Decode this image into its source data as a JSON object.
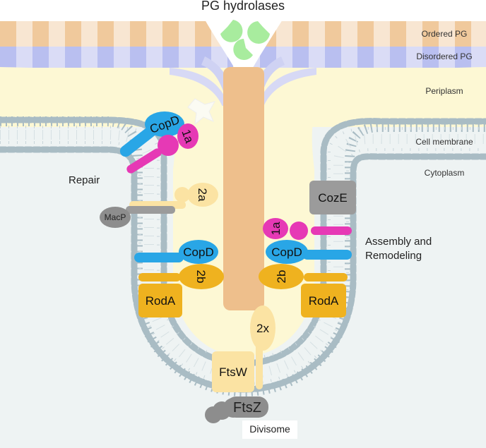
{
  "title": "PG hydrolases",
  "layers": {
    "ordered_pg": "Ordered PG",
    "disordered_pg": "Disordered PG",
    "periplasm": "Periplasm",
    "cell_membrane": "Cell membrane",
    "cytoplasm": "Cytoplasm"
  },
  "annotations": {
    "repair": "Repair",
    "assembly_line1": "Assembly and",
    "assembly_line2": "Remodeling",
    "divisome": "Divisome"
  },
  "proteins": {
    "copd_left_top": "CopD",
    "p1a_left": "1a",
    "p2a": "2a",
    "macp": "MacP",
    "copd_left_mid": "CopD",
    "p2b_left": "2b",
    "roda_left": "RodA",
    "coze": "CozE",
    "p1a_right": "1a",
    "copd_right": "CopD",
    "p2b_right": "2b",
    "roda_right": "RodA",
    "p2x": "2x",
    "ftsw": "FtsW",
    "ftsz": "FtsZ"
  },
  "colors": {
    "ordered_pg_a": "#f0c99c",
    "ordered_pg_b": "#f8e6d2",
    "disordered_pg_a": "#b9bff0",
    "disordered_pg_b": "#dadcf6",
    "periplasm": "#fdf8d4",
    "cytoplasm": "#eef3f3",
    "lipid": "#a9bcc4",
    "copd": "#29a6e6",
    "pbp1a": "#e639b5",
    "pbp2a": "#fbe3a3",
    "pbp2b": "#efb21f",
    "roda": "#efb21f",
    "coze": "#9b9b9b",
    "macp": "#9b9b9b",
    "septal_pg": "#eebf8c",
    "hydrolase": "#a8ec9e"
  }
}
